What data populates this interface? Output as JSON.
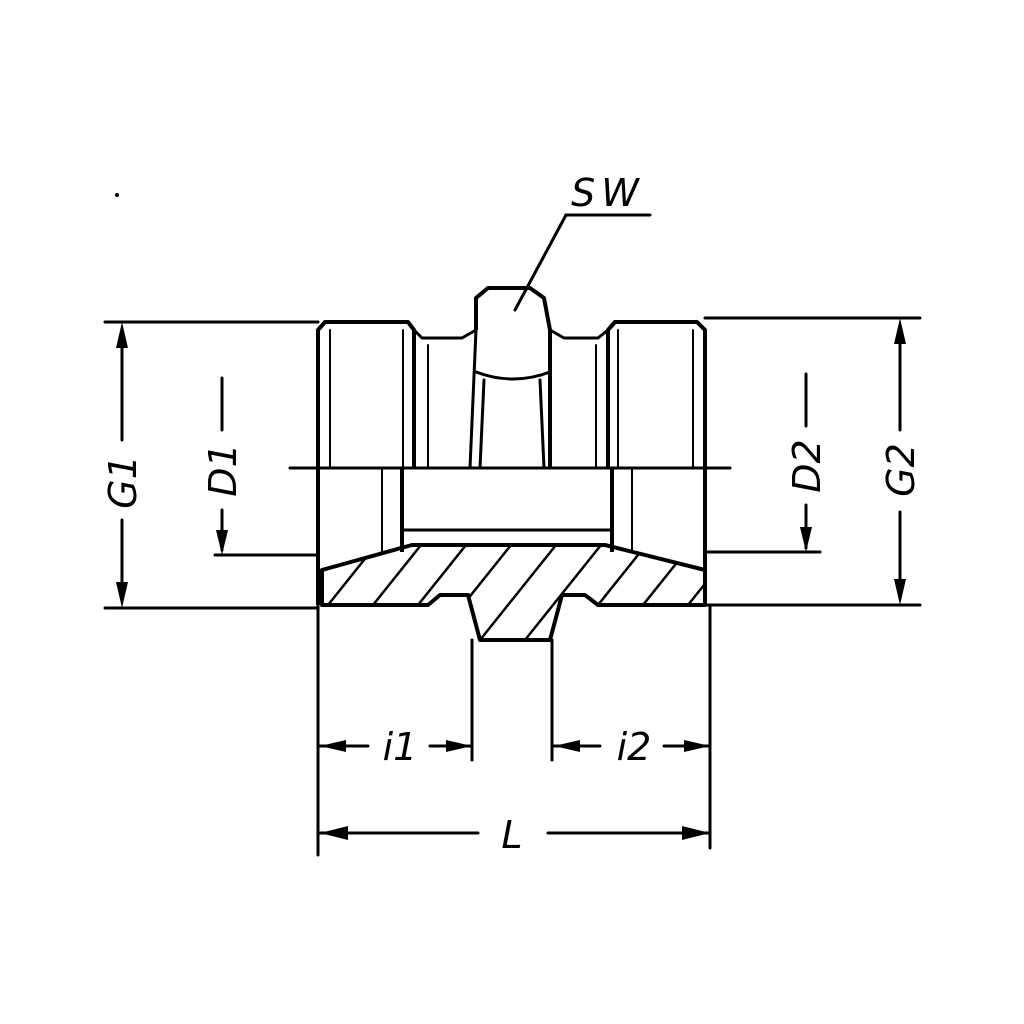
{
  "labels": {
    "sw": "SW",
    "g1": "G1",
    "g2": "G2",
    "d1": "D1",
    "d2": "D2",
    "i1": "i1",
    "i2": "i2",
    "l": "L"
  }
}
